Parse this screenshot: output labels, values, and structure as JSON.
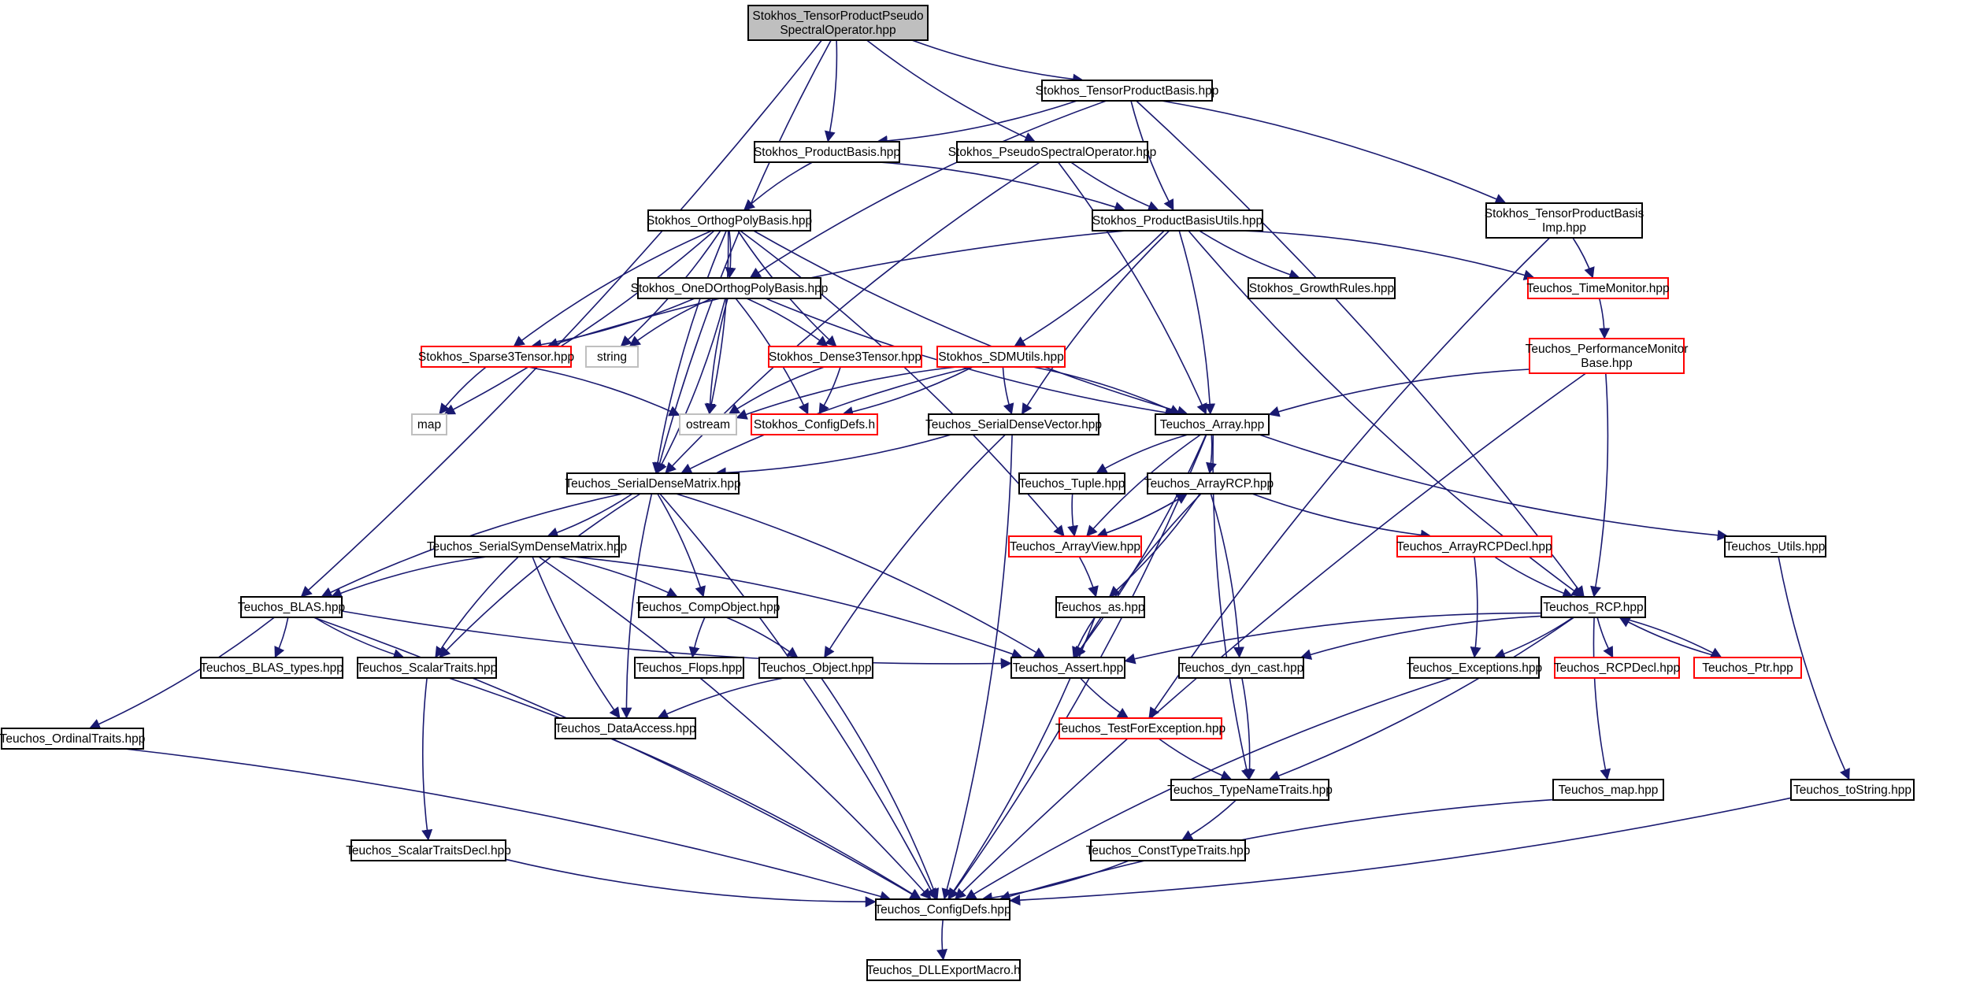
{
  "colors": {
    "edge": "#191970",
    "border_normal": "#000000",
    "border_truncated": "#ff0000",
    "border_system": "#bfbfbf",
    "root_fill": "#bfbfbf",
    "node_fill": "#ffffff"
  },
  "nodes": [
    {
      "id": "root",
      "lines": [
        "Stokhos_TensorProductPseudo",
        "SpectralOperator.hpp"
      ],
      "kind": "root"
    },
    {
      "id": "tpb",
      "lines": [
        "Stokhos_TensorProductBasis.hpp"
      ],
      "kind": "normal"
    },
    {
      "id": "pb",
      "lines": [
        "Stokhos_ProductBasis.hpp"
      ],
      "kind": "normal"
    },
    {
      "id": "pso",
      "lines": [
        "Stokhos_PseudoSpectralOperator.hpp"
      ],
      "kind": "normal"
    },
    {
      "id": "opb",
      "lines": [
        "Stokhos_OrthogPolyBasis.hpp"
      ],
      "kind": "normal"
    },
    {
      "id": "pbu",
      "lines": [
        "Stokhos_ProductBasisUtils.hpp"
      ],
      "kind": "normal"
    },
    {
      "id": "tpbimp",
      "lines": [
        "Stokhos_TensorProductBasis",
        "Imp.hpp"
      ],
      "kind": "normal"
    },
    {
      "id": "oneD",
      "lines": [
        "Stokhos_OneDOrthogPolyBasis.hpp"
      ],
      "kind": "normal"
    },
    {
      "id": "gr",
      "lines": [
        "Stokhos_GrowthRules.hpp"
      ],
      "kind": "normal"
    },
    {
      "id": "tm",
      "lines": [
        "Teuchos_TimeMonitor.hpp"
      ],
      "kind": "truncated"
    },
    {
      "id": "s3t",
      "lines": [
        "Stokhos_Sparse3Tensor.hpp"
      ],
      "kind": "truncated"
    },
    {
      "id": "string",
      "lines": [
        "string"
      ],
      "kind": "system"
    },
    {
      "id": "d3t",
      "lines": [
        "Stokhos_Dense3Tensor.hpp"
      ],
      "kind": "truncated"
    },
    {
      "id": "sdm",
      "lines": [
        "Stokhos_SDMUtils.hpp"
      ],
      "kind": "truncated"
    },
    {
      "id": "pmb",
      "lines": [
        "Teuchos_PerformanceMonitor",
        "Base.hpp"
      ],
      "kind": "truncated"
    },
    {
      "id": "map",
      "lines": [
        "map"
      ],
      "kind": "system"
    },
    {
      "id": "ostream",
      "lines": [
        "ostream"
      ],
      "kind": "system"
    },
    {
      "id": "scd",
      "lines": [
        "Stokhos_ConfigDefs.h"
      ],
      "kind": "truncated"
    },
    {
      "id": "sdv",
      "lines": [
        "Teuchos_SerialDenseVector.hpp"
      ],
      "kind": "normal"
    },
    {
      "id": "arr",
      "lines": [
        "Teuchos_Array.hpp"
      ],
      "kind": "normal"
    },
    {
      "id": "sdmx",
      "lines": [
        "Teuchos_SerialDenseMatrix.hpp"
      ],
      "kind": "normal"
    },
    {
      "id": "tuple",
      "lines": [
        "Teuchos_Tuple.hpp"
      ],
      "kind": "normal"
    },
    {
      "id": "arcp",
      "lines": [
        "Teuchos_ArrayRCP.hpp"
      ],
      "kind": "normal"
    },
    {
      "id": "ssdm",
      "lines": [
        "Teuchos_SerialSymDenseMatrix.hpp"
      ],
      "kind": "normal"
    },
    {
      "id": "av",
      "lines": [
        "Teuchos_ArrayView.hpp"
      ],
      "kind": "truncated"
    },
    {
      "id": "arcpd",
      "lines": [
        "Teuchos_ArrayRCPDecl.hpp"
      ],
      "kind": "truncated"
    },
    {
      "id": "utils",
      "lines": [
        "Teuchos_Utils.hpp"
      ],
      "kind": "normal"
    },
    {
      "id": "blas",
      "lines": [
        "Teuchos_BLAS.hpp"
      ],
      "kind": "normal"
    },
    {
      "id": "co",
      "lines": [
        "Teuchos_CompObject.hpp"
      ],
      "kind": "normal"
    },
    {
      "id": "as",
      "lines": [
        "Teuchos_as.hpp"
      ],
      "kind": "normal"
    },
    {
      "id": "rcp",
      "lines": [
        "Teuchos_RCP.hpp"
      ],
      "kind": "normal"
    },
    {
      "id": "blast",
      "lines": [
        "Teuchos_BLAS_types.hpp"
      ],
      "kind": "normal"
    },
    {
      "id": "st",
      "lines": [
        "Teuchos_ScalarTraits.hpp"
      ],
      "kind": "normal"
    },
    {
      "id": "flops",
      "lines": [
        "Teuchos_Flops.hpp"
      ],
      "kind": "normal"
    },
    {
      "id": "obj",
      "lines": [
        "Teuchos_Object.hpp"
      ],
      "kind": "normal"
    },
    {
      "id": "assert",
      "lines": [
        "Teuchos_Assert.hpp"
      ],
      "kind": "normal"
    },
    {
      "id": "dyn",
      "lines": [
        "Teuchos_dyn_cast.hpp"
      ],
      "kind": "normal"
    },
    {
      "id": "exc",
      "lines": [
        "Teuchos_Exceptions.hpp"
      ],
      "kind": "normal"
    },
    {
      "id": "rcpd",
      "lines": [
        "Teuchos_RCPDecl.hpp"
      ],
      "kind": "truncated"
    },
    {
      "id": "ptr",
      "lines": [
        "Teuchos_Ptr.hpp"
      ],
      "kind": "truncated"
    },
    {
      "id": "ot",
      "lines": [
        "Teuchos_OrdinalTraits.hpp"
      ],
      "kind": "normal"
    },
    {
      "id": "da",
      "lines": [
        "Teuchos_DataAccess.hpp"
      ],
      "kind": "normal"
    },
    {
      "id": "tfe",
      "lines": [
        "Teuchos_TestForException.hpp"
      ],
      "kind": "truncated"
    },
    {
      "id": "tnt",
      "lines": [
        "Teuchos_TypeNameTraits.hpp"
      ],
      "kind": "normal"
    },
    {
      "id": "tmap",
      "lines": [
        "Teuchos_map.hpp"
      ],
      "kind": "normal"
    },
    {
      "id": "tostr",
      "lines": [
        "Teuchos_toString.hpp"
      ],
      "kind": "normal"
    },
    {
      "id": "stdecl",
      "lines": [
        "Teuchos_ScalarTraitsDecl.hpp"
      ],
      "kind": "normal"
    },
    {
      "id": "ctt",
      "lines": [
        "Teuchos_ConstTypeTraits.hpp"
      ],
      "kind": "normal"
    },
    {
      "id": "tcd",
      "lines": [
        "Teuchos_ConfigDefs.hpp"
      ],
      "kind": "normal"
    },
    {
      "id": "dll",
      "lines": [
        "Teuchos_DLLExportMacro.h"
      ],
      "kind": "normal"
    }
  ],
  "edges": [
    [
      "root",
      "tpb"
    ],
    [
      "root",
      "pb"
    ],
    [
      "root",
      "pso"
    ],
    [
      "root",
      "blas"
    ],
    [
      "root",
      "sdmx"
    ],
    [
      "tpb",
      "pb"
    ],
    [
      "tpb",
      "pbu"
    ],
    [
      "tpb",
      "tpbimp"
    ],
    [
      "tpb",
      "oneD"
    ],
    [
      "tpb",
      "rcp"
    ],
    [
      "pb",
      "opb"
    ],
    [
      "pb",
      "pbu"
    ],
    [
      "pso",
      "pbu"
    ],
    [
      "pso",
      "arr"
    ],
    [
      "pso",
      "sdmx"
    ],
    [
      "opb",
      "oneD"
    ],
    [
      "opb",
      "s3t"
    ],
    [
      "opb",
      "string"
    ],
    [
      "opb",
      "d3t"
    ],
    [
      "opb",
      "ostream"
    ],
    [
      "opb",
      "arr"
    ],
    [
      "opb",
      "map"
    ],
    [
      "opb",
      "sdmx"
    ],
    [
      "opb",
      "av"
    ],
    [
      "pbu",
      "gr"
    ],
    [
      "pbu",
      "tm"
    ],
    [
      "pbu",
      "s3t"
    ],
    [
      "pbu",
      "sdm"
    ],
    [
      "pbu",
      "sdv"
    ],
    [
      "pbu",
      "arr"
    ],
    [
      "pbu",
      "rcp"
    ],
    [
      "tpbimp",
      "tm"
    ],
    [
      "tpbimp",
      "tfe"
    ],
    [
      "oneD",
      "s3t"
    ],
    [
      "oneD",
      "string"
    ],
    [
      "oneD",
      "d3t"
    ],
    [
      "oneD",
      "ostream"
    ],
    [
      "oneD",
      "scd"
    ],
    [
      "oneD",
      "arr"
    ],
    [
      "oneD",
      "sdmx"
    ],
    [
      "s3t",
      "map"
    ],
    [
      "s3t",
      "ostream"
    ],
    [
      "d3t",
      "ostream"
    ],
    [
      "d3t",
      "scd"
    ],
    [
      "sdm",
      "ostream"
    ],
    [
      "sdm",
      "scd"
    ],
    [
      "sdm",
      "sdv"
    ],
    [
      "sdm",
      "arr"
    ],
    [
      "sdm",
      "sdmx"
    ],
    [
      "tm",
      "pmb"
    ],
    [
      "pmb",
      "arr"
    ],
    [
      "pmb",
      "rcp"
    ],
    [
      "pmb",
      "tcd"
    ],
    [
      "sdv",
      "sdmx"
    ],
    [
      "sdv",
      "obj"
    ],
    [
      "sdv",
      "tcd"
    ],
    [
      "arr",
      "tuple"
    ],
    [
      "arr",
      "arcp"
    ],
    [
      "arr",
      "utils"
    ],
    [
      "arr",
      "assert"
    ],
    [
      "arr",
      "tnt"
    ],
    [
      "arr",
      "tcd"
    ],
    [
      "arr",
      "av"
    ],
    [
      "sdmx",
      "ssdm"
    ],
    [
      "sdmx",
      "blas"
    ],
    [
      "sdmx",
      "co"
    ],
    [
      "sdmx",
      "st"
    ],
    [
      "sdmx",
      "assert"
    ],
    [
      "sdmx",
      "da"
    ],
    [
      "sdmx",
      "tcd"
    ],
    [
      "tuple",
      "av"
    ],
    [
      "arcp",
      "av"
    ],
    [
      "arcp",
      "arcpd"
    ],
    [
      "arcp",
      "as"
    ],
    [
      "arcp",
      "assert"
    ],
    [
      "arcp",
      "dyn"
    ],
    [
      "av",
      "arcp"
    ],
    [
      "av",
      "as"
    ],
    [
      "ssdm",
      "blas"
    ],
    [
      "ssdm",
      "co"
    ],
    [
      "ssdm",
      "st"
    ],
    [
      "ssdm",
      "assert"
    ],
    [
      "ssdm",
      "da"
    ],
    [
      "ssdm",
      "tcd"
    ],
    [
      "arcpd",
      "rcp"
    ],
    [
      "arcpd",
      "exc"
    ],
    [
      "utils",
      "tostr"
    ],
    [
      "blas",
      "blast"
    ],
    [
      "blas",
      "st"
    ],
    [
      "blas",
      "ot"
    ],
    [
      "blas",
      "assert"
    ],
    [
      "blas",
      "tcd"
    ],
    [
      "co",
      "flops"
    ],
    [
      "co",
      "obj"
    ],
    [
      "as",
      "assert"
    ],
    [
      "as",
      "tcd"
    ],
    [
      "rcp",
      "assert"
    ],
    [
      "rcp",
      "exc"
    ],
    [
      "rcp",
      "rcpd"
    ],
    [
      "rcp",
      "ptr"
    ],
    [
      "rcp",
      "dyn"
    ],
    [
      "rcp",
      "tnt"
    ],
    [
      "rcp",
      "tmap"
    ],
    [
      "ptr",
      "rcp"
    ],
    [
      "st",
      "stdecl"
    ],
    [
      "st",
      "tcd"
    ],
    [
      "obj",
      "da"
    ],
    [
      "obj",
      "tcd"
    ],
    [
      "assert",
      "tfe"
    ],
    [
      "dyn",
      "tnt"
    ],
    [
      "exc",
      "tcd"
    ],
    [
      "ot",
      "tcd"
    ],
    [
      "tfe",
      "tnt"
    ],
    [
      "tnt",
      "ctt"
    ],
    [
      "tmap",
      "tcd"
    ],
    [
      "tostr",
      "tcd"
    ],
    [
      "stdecl",
      "tcd"
    ],
    [
      "ctt",
      "tcd"
    ],
    [
      "tcd",
      "dll"
    ]
  ]
}
